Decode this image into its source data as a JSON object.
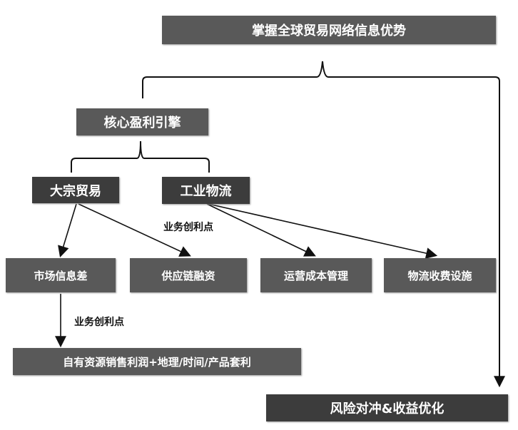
{
  "top": "掌握全球贸易网络信息优势",
  "engine": "核心盈利引擎",
  "branches": [
    "大宗贸易",
    "工业物流"
  ],
  "profit_label": "业务创利点",
  "points": [
    "市场信息差",
    "供应链融资",
    "运营成本管理",
    "物流收费设施"
  ],
  "result": "自有资源销售利润+地理/时间/产品套利",
  "final": "风险对冲&收益优化"
}
